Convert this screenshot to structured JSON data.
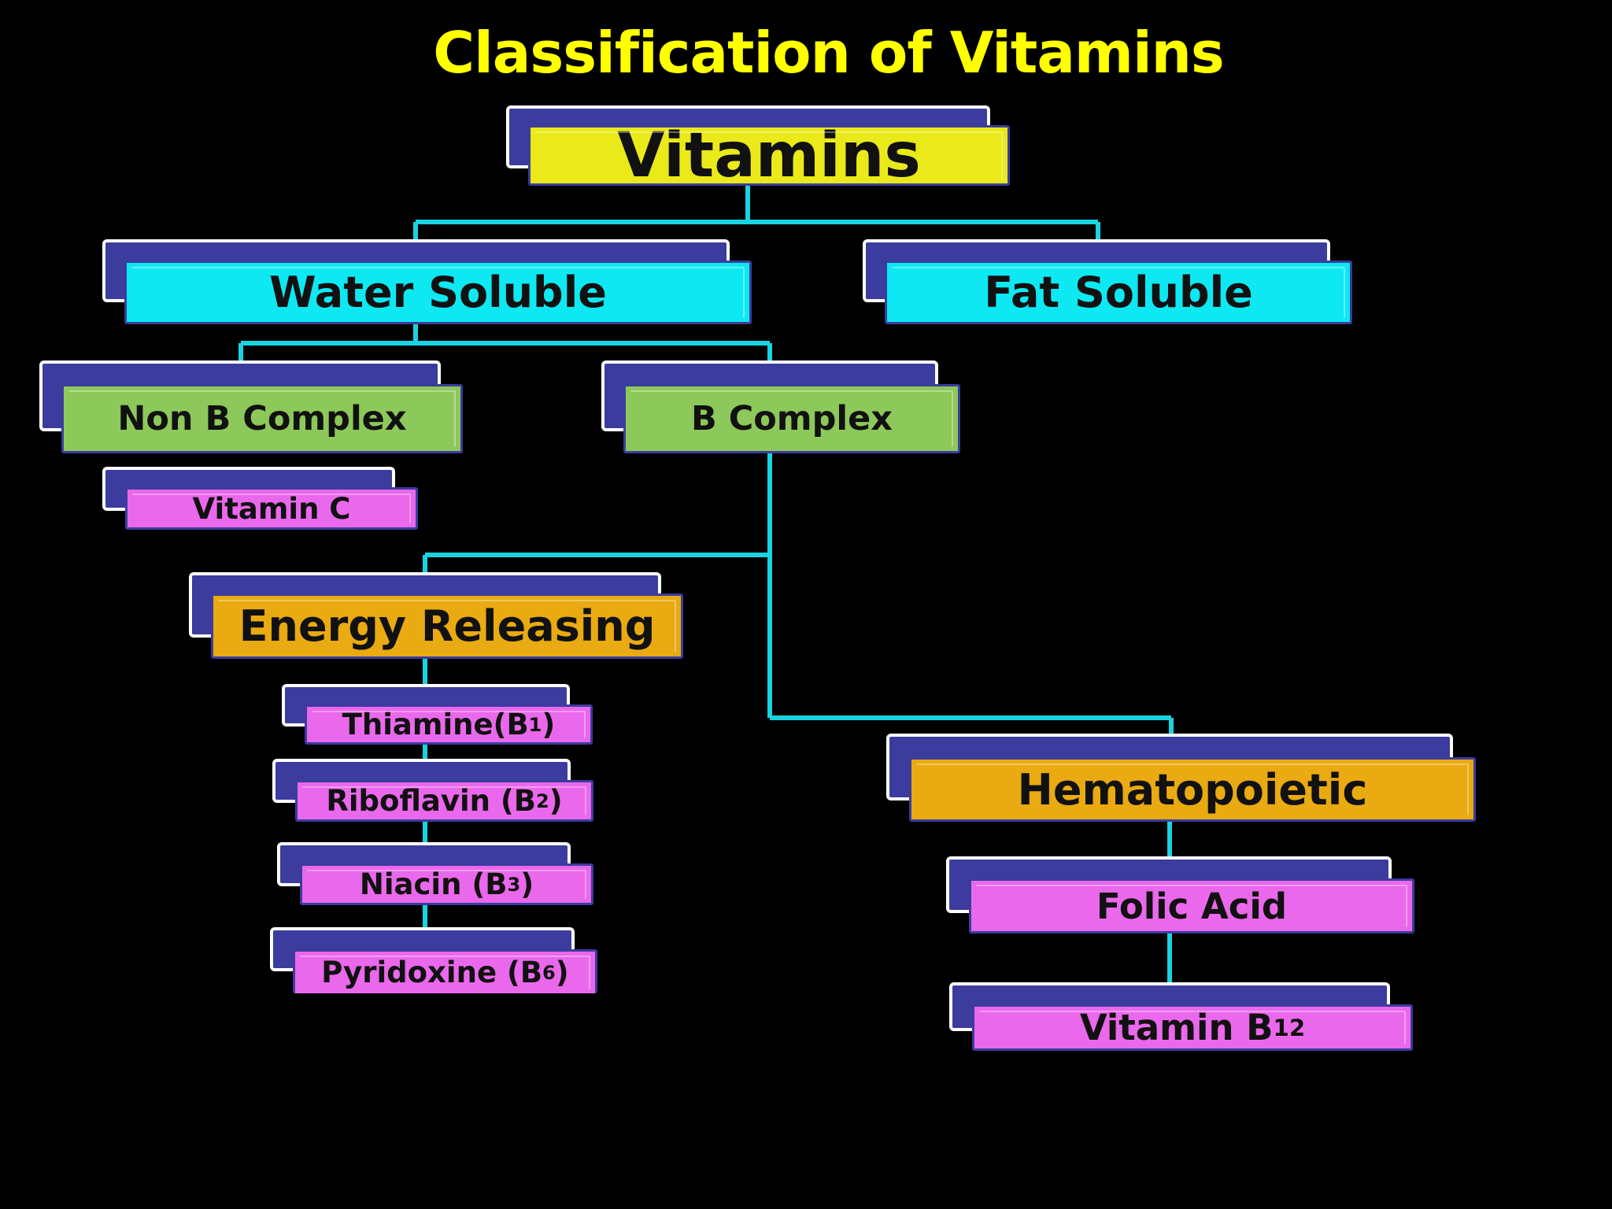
{
  "title": "Classification of Vitamins",
  "colors": {
    "background": "#000000",
    "title": "#ffff00",
    "connector": "#19d3e0",
    "box_shadow_fill": "#3b3c9e",
    "level_root": "#eaea1a",
    "level_1": "#0ee8f2",
    "level_2": "#8dc85a",
    "level_3": "#e9aa12",
    "leaf": "#ea68ec"
  },
  "nodes": {
    "vitamins": {
      "label": "Vitamins"
    },
    "water_soluble": {
      "label": "Water Soluble"
    },
    "fat_soluble": {
      "label": "Fat Soluble"
    },
    "non_b_complex": {
      "label": "Non B Complex"
    },
    "b_complex": {
      "label": "B Complex"
    },
    "vitamin_c": {
      "label": "Vitamin C"
    },
    "energy_releasing": {
      "label": "Energy Releasing"
    },
    "thiamine": {
      "label": "Thiamine(B",
      "sub": "1",
      "suffix": ")"
    },
    "riboflavin": {
      "label": "Riboflavin (B",
      "sub": "2",
      "suffix": ")"
    },
    "niacin": {
      "label": "Niacin (B",
      "sub": "3",
      "suffix": ")"
    },
    "pyridoxine": {
      "label": "Pyridoxine (B",
      "sub": "6",
      "suffix": ")"
    },
    "hematopoietic": {
      "label": "Hematopoietic"
    },
    "folic_acid": {
      "label": "Folic Acid"
    },
    "vitamin_b12": {
      "label": "Vitamin B",
      "sub": "12",
      "suffix": ""
    }
  },
  "edges": [
    [
      "vitamins",
      "water_soluble"
    ],
    [
      "vitamins",
      "fat_soluble"
    ],
    [
      "water_soluble",
      "non_b_complex"
    ],
    [
      "water_soluble",
      "b_complex"
    ],
    [
      "b_complex",
      "energy_releasing"
    ],
    [
      "b_complex",
      "hematopoietic"
    ],
    [
      "energy_releasing",
      "thiamine"
    ],
    [
      "thiamine",
      "riboflavin"
    ],
    [
      "riboflavin",
      "niacin"
    ],
    [
      "niacin",
      "pyridoxine"
    ],
    [
      "hematopoietic",
      "folic_acid"
    ],
    [
      "folic_acid",
      "vitamin_b12"
    ]
  ]
}
